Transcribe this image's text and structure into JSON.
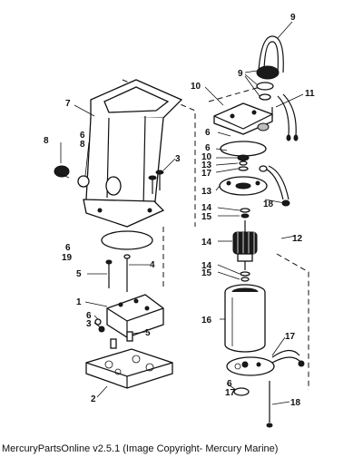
{
  "callouts": {
    "n1": "1",
    "n2": "2",
    "n3": "3",
    "n4": "4",
    "n5": "5",
    "n6": "6",
    "n7": "7",
    "n8": "8",
    "n9": "9",
    "n10": "10",
    "n11": "11",
    "n12": "12",
    "n13": "13",
    "n14": "14",
    "n15": "15",
    "n16": "16",
    "n17": "17",
    "n18": "18",
    "n19": "19"
  },
  "footer": {
    "text": "MercuryPartsOnline v2.5.1 (Image Copyright- Mercury Marine)"
  }
}
